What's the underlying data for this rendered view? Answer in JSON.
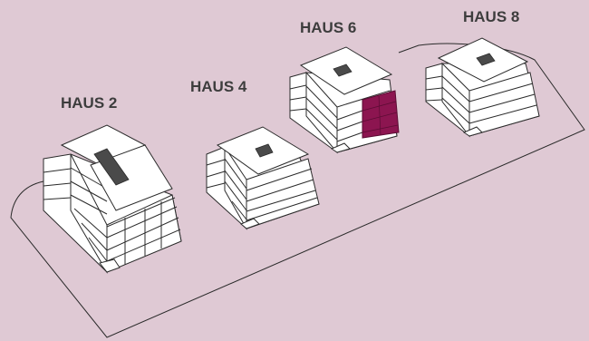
{
  "colors": {
    "background": "#dfc9d4",
    "outline": "#2b2b2b",
    "building_fill": "#ffffff",
    "roof_hatch": "#4a4a4a",
    "highlight": "#8c1550",
    "label_text": "#3d3d3d"
  },
  "buildings": [
    {
      "id": "haus-2",
      "label": "HAUS 2",
      "highlighted": false
    },
    {
      "id": "haus-4",
      "label": "HAUS 4",
      "highlighted": false
    },
    {
      "id": "haus-6",
      "label": "HAUS 6",
      "highlighted": true
    },
    {
      "id": "haus-8",
      "label": "HAUS 8",
      "highlighted": false
    }
  ]
}
